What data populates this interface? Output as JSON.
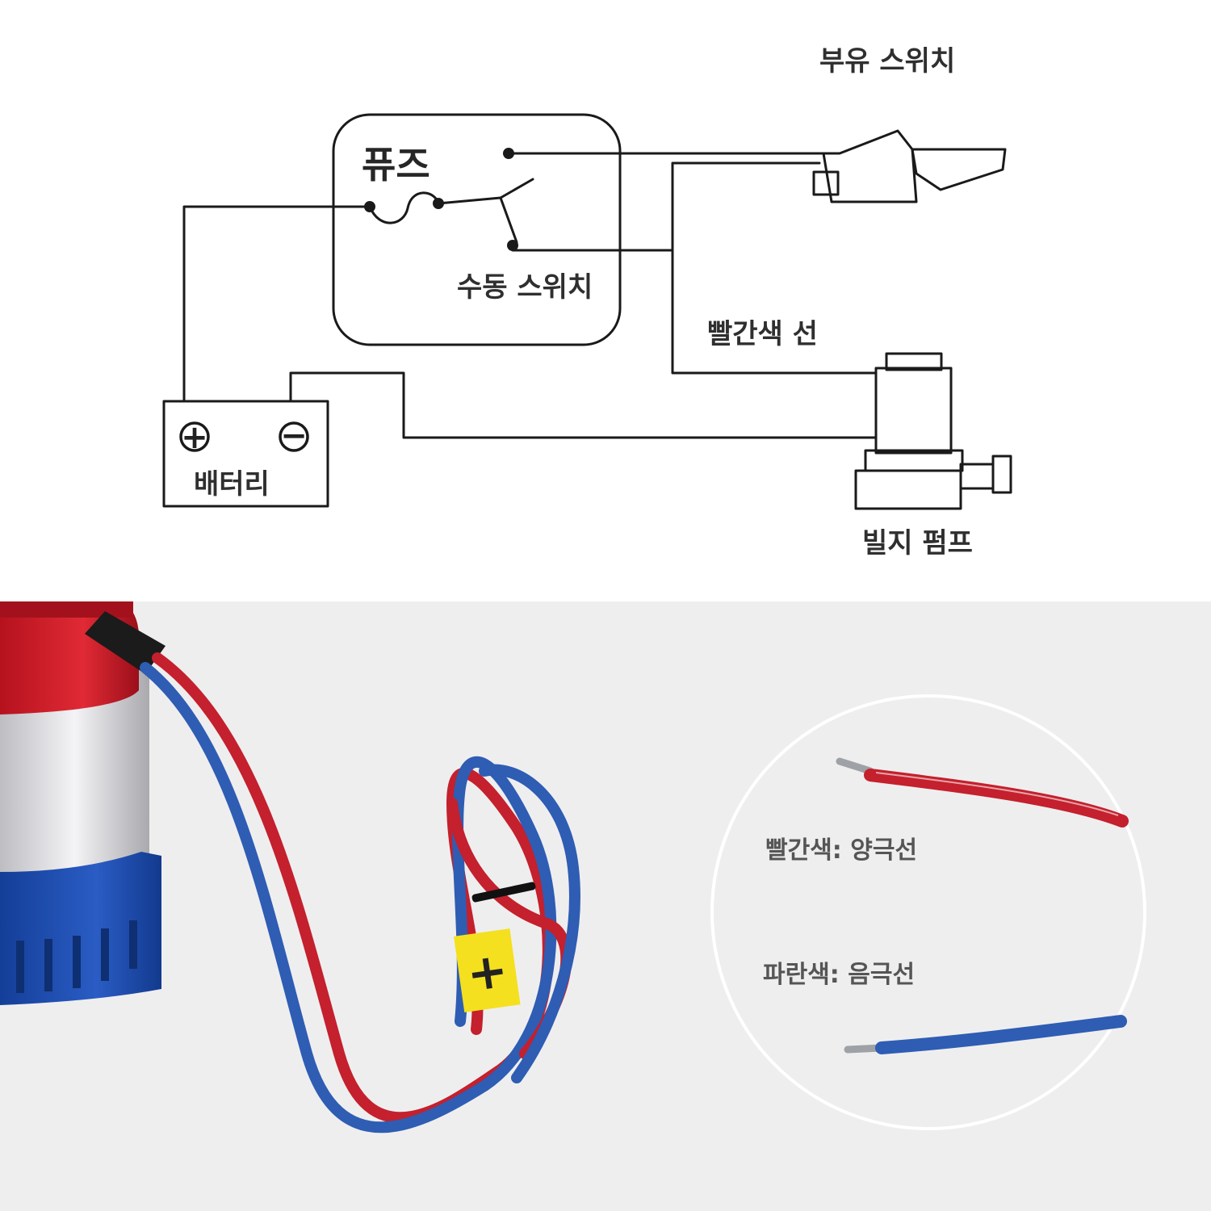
{
  "diagram": {
    "labels": {
      "float_switch": "부유 스위치",
      "fuse": "퓨즈",
      "manual_switch": "수동 스위치",
      "red_wire": "빨간색 선",
      "battery": "배터리",
      "bilge_pump": "빌지 펌프"
    },
    "battery_terminals": {
      "positive": "+",
      "negative": "−"
    }
  },
  "photo": {
    "legend": {
      "red": "빨간색: 양극선",
      "blue": "파란색: 음극선"
    },
    "tag_symbol": "+",
    "colors": {
      "red_wire": "#c4202d",
      "blue_wire": "#2e5db3",
      "pump_red": "#cf1f2b",
      "pump_blue": "#1f4fb0",
      "background": "#efeeef"
    }
  }
}
